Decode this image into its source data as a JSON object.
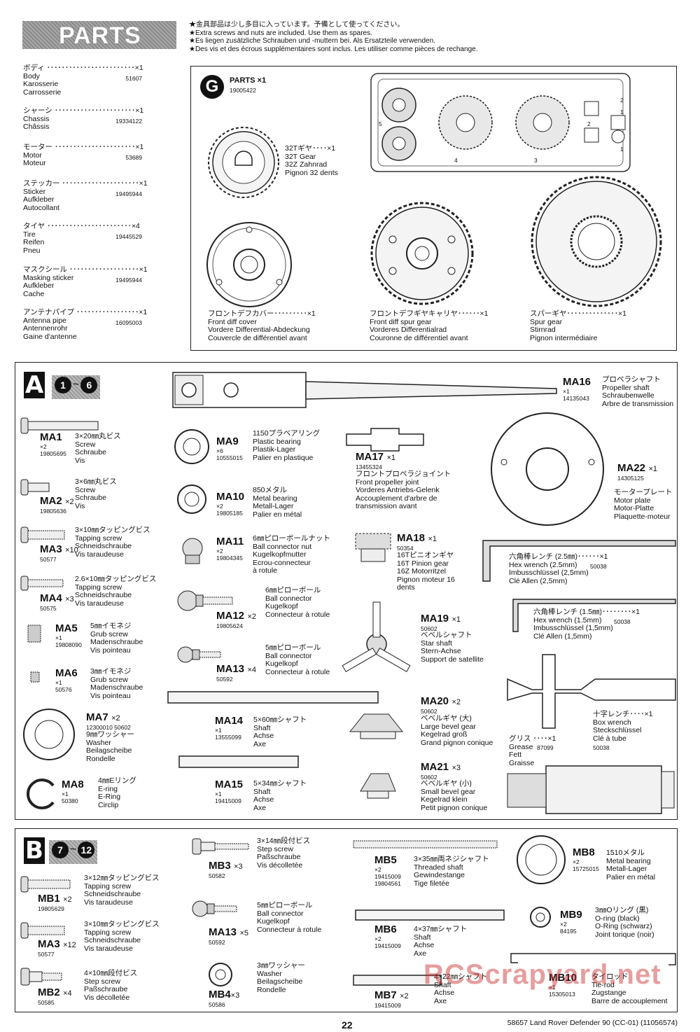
{
  "header": {
    "title": "PARTS",
    "notes": [
      "★金具部品は少し多目に入っています。予備として使ってください。",
      "★Extra screws and nuts are included. Use them as spares.",
      "★Es liegen zusätzliche Schrauben und -muttern bei. Als Ersatzteile verwenden.",
      "★Des vis et des écrous supplémentaires sont inclus. Les utiliser comme pièces de rechange."
    ]
  },
  "left_list": [
    {
      "jp": "ボディ ････････････････････････×1",
      "lines": "Body\nKarosserie\nCarrosserie",
      "code": "51607"
    },
    {
      "jp": "シャーシ ･･････････････････････×1",
      "lines": "Chassis\nChâssis",
      "code": "19334122"
    },
    {
      "jp": "モーター ･･････････････････････×1",
      "lines": "Motor\nMoteur",
      "code": "53689"
    },
    {
      "jp": "ステッカー ･････････････････････×1",
      "lines": "Sticker\nAufkleber\nAutocollant",
      "code": "19495944"
    },
    {
      "jp": "タイヤ ･･･････････････････････×4",
      "lines": "Tire\nReifen\nPneu",
      "code": "19445529"
    },
    {
      "jp": "マスクシール ･･･････････････････×1",
      "lines": "Masking sticker\nAufkleber\nCache",
      "code": "19495944"
    },
    {
      "jp": "アンテナパイプ ･････････････････×1",
      "lines": "Antenna pipe\nAntennenrohr\nGaine d'antenne",
      "code": "16095003"
    }
  ],
  "g_box": {
    "letter": "G",
    "title": "PARTS ×1",
    "code": "19005422",
    "gear32": "32Tギヤ････×1\n32T Gear\n32Z Zahnrad\nPignon 32 dents",
    "frontcover": "フロントデフカバー･････････×1\nFront diff cover\nVordere Differential-Abdeckung\nCouvercle de différentiel avant",
    "spurfront": "フロントデフギヤキャリヤ･･････×1\nFront diff spur gear\nVorderes Differentialrad\nCouronne de différentiel avant",
    "spurgear": "スパーギヤ･･････････････×1\nSpur gear\nStirnrad\nPignon intermédiaire",
    "nums": [
      "5",
      "4",
      "3",
      "2",
      "2",
      "1",
      "1"
    ]
  },
  "bag_a": {
    "letter": "A",
    "from": "1",
    "to": "6",
    "items": [
      {
        "id": "MA1",
        "qty": "×2",
        "code": "19805695",
        "desc": "3×20㎜丸ビス\nScrew\nSchraube\nVis"
      },
      {
        "id": "MA2",
        "qty": "×2",
        "code": "19805636",
        "desc": "3×6㎜丸ビス\nScrew\nSchraube\nVis"
      },
      {
        "id": "MA3",
        "qty": "×10",
        "code": "50577",
        "desc": "3×10㎜タッピングビス\nTapping screw\nSchneidschraube\nVis taraudeuse"
      },
      {
        "id": "MA4",
        "qty": "×3",
        "code": "50575",
        "desc": "2.6×10㎜タッピングビス\nTapping screw\nSchneidschraube\nVis taraudeuse"
      },
      {
        "id": "MA5",
        "qty": "×1",
        "code": "19808090",
        "desc": "5㎜イモネジ\nGrub screw\nMadenschraube\nVis pointeau"
      },
      {
        "id": "MA6",
        "qty": "×1",
        "code": "50576",
        "desc": "3㎜イモネジ\nGrub screw\nMadenschraube\nVis pointeau"
      },
      {
        "id": "MA7",
        "qty": "×2",
        "code": "12300010  50602",
        "desc": "9㎜ワッシャー\nWasher\nBeilagscheibe\nRondelle"
      },
      {
        "id": "MA8",
        "qty": "×1",
        "code": "50380",
        "desc": "4㎜Eリング\nE-ring\nE-Ring\nCirclip"
      },
      {
        "id": "MA9",
        "qty": "×6",
        "code": "10555015",
        "desc": "1150プラベアリング\nPlastic bearing\nPlastik-Lager\nPalier en plastique"
      },
      {
        "id": "MA10",
        "qty": "×2",
        "code": "19805185",
        "desc": "850メタル\nMetal bearing\nMetall-Lager\nPalier en métal"
      },
      {
        "id": "MA11",
        "qty": "×2",
        "code": "19804345",
        "desc": "6㎜ピローボールナット\nBall connector nut\nKugelkopfmutter\nEcrou-connecteur\nà rotule"
      },
      {
        "id": "MA12",
        "qty": "×2",
        "code": "19805624",
        "desc": "6㎜ピローボール\nBall connector\nKugelkopf\nConnecteur à rotule"
      },
      {
        "id": "MA13",
        "qty": "×4",
        "code": "50592",
        "desc": "5㎜ピローボール\nBall connector\nKugelkopf\nConnecteur à rotule"
      },
      {
        "id": "MA14",
        "qty": "×1",
        "code": "13555099",
        "desc": "5×60㎜シャフト\nShaft\nAchse\nAxe"
      },
      {
        "id": "MA15",
        "qty": "×1",
        "code": "19415009",
        "desc": "5×34㎜シャフト\nShaft\nAchse\nAxe"
      },
      {
        "id": "MA16",
        "qty": "×1",
        "code": "14135043",
        "desc": "プロペラシャフト\nPropeller shaft\nSchraubenwelle\nArbre de transmission"
      },
      {
        "id": "MA17",
        "qty": "×1",
        "code": "13455324",
        "desc": "フロントプロペラジョイント\nFront propeller joint\nVorderes Antriebs-Gelenk\nAccouplement d'arbre de\ntransmission avant"
      },
      {
        "id": "MA18",
        "qty": "×1",
        "code": "50354",
        "desc": "16Tピニオンギヤ\n16T Pinion gear\n16Z Motorritzel\nPignon moteur 16\ndents"
      },
      {
        "id": "MA19",
        "qty": "×1",
        "code": "50602",
        "desc": "ベベルシャフト\nStar shaft\nStern-Achse\nSupport de satellite"
      },
      {
        "id": "MA20",
        "qty": "×2",
        "code": "50602",
        "desc": "ベベルギヤ (大)\nLarge bevel gear\nKegelrad groß\nGrand pignon conique"
      },
      {
        "id": "MA21",
        "qty": "×3",
        "code": "50602",
        "desc": "ベベルギヤ (小)\nSmall bevel gear\nKegelrad klein\nPetit pignon conique"
      },
      {
        "id": "MA22",
        "qty": "×1",
        "code": "14305125",
        "desc": "モータープレート\nMotor plate\nMotor-Platte\nPlaquette-moteur"
      }
    ],
    "hex25": {
      "desc": "六角棒レンチ (2.5㎜)･･････×1\nHex wrench (2.5mm)\nImbusschlüssel (2,5mm)\nClé Allen (2,5mm)",
      "code": "50038"
    },
    "hex15": {
      "desc": "六角棒レンチ (1.5㎜)････････×1\nHex wrench (1.5mm)\nImbusschlüssel (1,5mm)\nClé Allen (1,5mm)",
      "code": "50038"
    },
    "boxw": {
      "desc": "十字レンチ････×1\nBox wrench\nSteckschlüssel\nClé à tube",
      "code": "50038"
    },
    "grease": {
      "desc": "グリス ････×1\nGrease\nFett\nGraisse",
      "code": "87099"
    }
  },
  "bag_b": {
    "letter": "B",
    "from": "7",
    "to": "12",
    "items": [
      {
        "id": "MB1",
        "qty": "×2",
        "code": "19805629",
        "desc": "3×12㎜タッピングビス\nTapping screw\nSchneidschraube\nVis taraudeuse"
      },
      {
        "id": "MA3",
        "qty": "×12",
        "code": "50577",
        "desc": "3×10㎜タッピングビス\nTapping screw\nSchneidschraube\nVis taraudeuse"
      },
      {
        "id": "MB2",
        "qty": "×4",
        "code": "50585",
        "desc": "4×10㎜段付ビス\nStep screw\nPaßschraube\nVis décolletée"
      },
      {
        "id": "MB3",
        "qty": "×3",
        "code": "50582",
        "desc": "3×14㎜段付ビス\nStep screw\nPaßschraube\nVis décolletée"
      },
      {
        "id": "MA13",
        "qty": "×5",
        "code": "50592",
        "desc": "5㎜ピローボール\nBall connector\nKugelkopf\nConnecteur à rotule"
      },
      {
        "id": "MB4",
        "qty": "×3",
        "code": "50586",
        "desc": "3㎜ワッシャー\nWasher\nBeilagscheibe\nRondelle"
      },
      {
        "id": "MB5",
        "qty": "×2",
        "code": "19415009\n19804561",
        "desc": "3×35㎜両ネジシャフト\nThreaded shaft\nGewindestange\nTige filetée"
      },
      {
        "id": "MB6",
        "qty": "×2",
        "code": "19415009",
        "desc": "4×37㎜シャフト\nShaft\nAchse\nAxe"
      },
      {
        "id": "MB7",
        "qty": "×2",
        "code": "19415009",
        "desc": "4×22㎜シャフト\nShaft\nAchse\nAxe"
      },
      {
        "id": "MB8",
        "qty": "×2",
        "code": "15725015",
        "desc": "1510メタル\nMetal bearing\nMetall-Lager\nPalier en métal"
      },
      {
        "id": "MB9",
        "qty": "×2",
        "code": "84195",
        "desc": "3㎜Oリング (黒)\nO-ring (black)\nO-Ring (schwarz)\nJoint torique (noir)"
      },
      {
        "id": "MB10",
        "qty": "×1",
        "code": "15305013",
        "desc": "タイロッド\nTie-rod\nZugstange\nBarre de accouplement"
      }
    ]
  },
  "footer": {
    "page": "22",
    "model": "58657 Land Rover Defender 90 (CC-01) (11056574)"
  },
  "watermark": "RCScrapyard.net"
}
